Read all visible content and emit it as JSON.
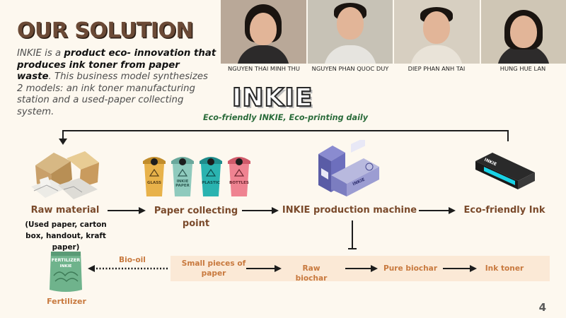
{
  "slide": {
    "title": "OUR SOLUTION",
    "intro": {
      "p1": "INKIE is a ",
      "b1": "product eco- innovation that produces ink toner from paper waste",
      "p2": ". This business model synthesizes 2 models: an ink toner manufacturing station and a used-paper collecting system."
    },
    "page_number": "4"
  },
  "participants": [
    {
      "name": "NGUYEN THAI MINH THU",
      "bg": "#b9a898",
      "shirt": "#2c2a2a"
    },
    {
      "name": "NGUYEN PHAN QUOC DUY",
      "bg": "#c7c2b6",
      "shirt": "#e6e4df"
    },
    {
      "name": "DIEP PHAN ANH TAI",
      "bg": "#d7cfc1",
      "shirt": "#e9e3d8"
    },
    {
      "name": "HUNG HUE LAN",
      "bg": "#cfc6b5",
      "shirt": "#2d2b2b"
    }
  ],
  "logo": {
    "text": "INKIE",
    "tagline": "Eco-friendly INKIE, Eco-printing daily"
  },
  "flow": {
    "raw_material": {
      "label": "Raw material",
      "detail": "(Used paper, carton box, handout, kraft paper)"
    },
    "paper_collecting": {
      "label": "Paper collecting point",
      "bins": [
        "GLASS",
        "INKIE PAPER",
        "PLASTIC",
        "BOTTLES"
      ]
    },
    "machine": {
      "label": "INKIE production machine",
      "badge": "INKIE"
    },
    "ink": {
      "label": "Eco-friendly Ink",
      "badge": "INKIE"
    }
  },
  "process": {
    "steps": [
      "Small pieces of paper",
      "Raw biochar",
      "Pure biochar",
      "Ink toner"
    ],
    "byproduct": "Bio-oil",
    "fertilizer": {
      "label": "Fertilizer",
      "bag_title": "FERTILIZER",
      "bag_brand": "INKIE"
    }
  },
  "colors": {
    "title": "#6b4a36",
    "flow_label": "#7a4a2b",
    "process_text": "#c8793e",
    "band": "#fbe9d6",
    "tagline": "#2a6b3a",
    "background": "#fdf8ef"
  }
}
